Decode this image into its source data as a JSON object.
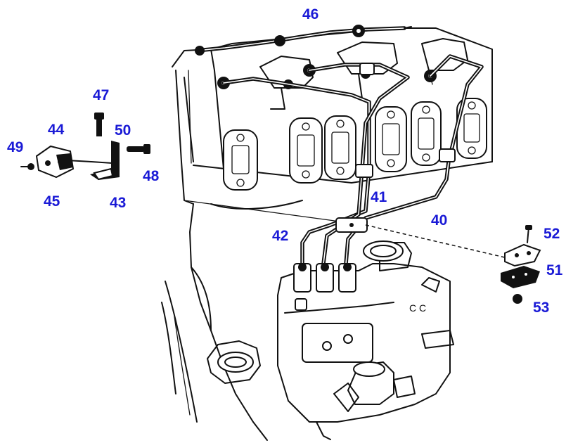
{
  "callouts": [
    {
      "id": "46",
      "label": "46"
    },
    {
      "id": "47",
      "label": "47"
    },
    {
      "id": "44",
      "label": "44"
    },
    {
      "id": "50",
      "label": "50"
    },
    {
      "id": "49",
      "label": "49"
    },
    {
      "id": "48",
      "label": "48"
    },
    {
      "id": "45",
      "label": "45"
    },
    {
      "id": "43",
      "label": "43"
    },
    {
      "id": "41",
      "label": "41"
    },
    {
      "id": "40",
      "label": "40"
    },
    {
      "id": "42",
      "label": "42"
    },
    {
      "id": "52",
      "label": "52"
    },
    {
      "id": "51",
      "label": "51"
    },
    {
      "id": "53",
      "label": "53"
    }
  ],
  "colors": {
    "callout": "#1a1ad6",
    "line": "#111111",
    "background": "#ffffff"
  }
}
